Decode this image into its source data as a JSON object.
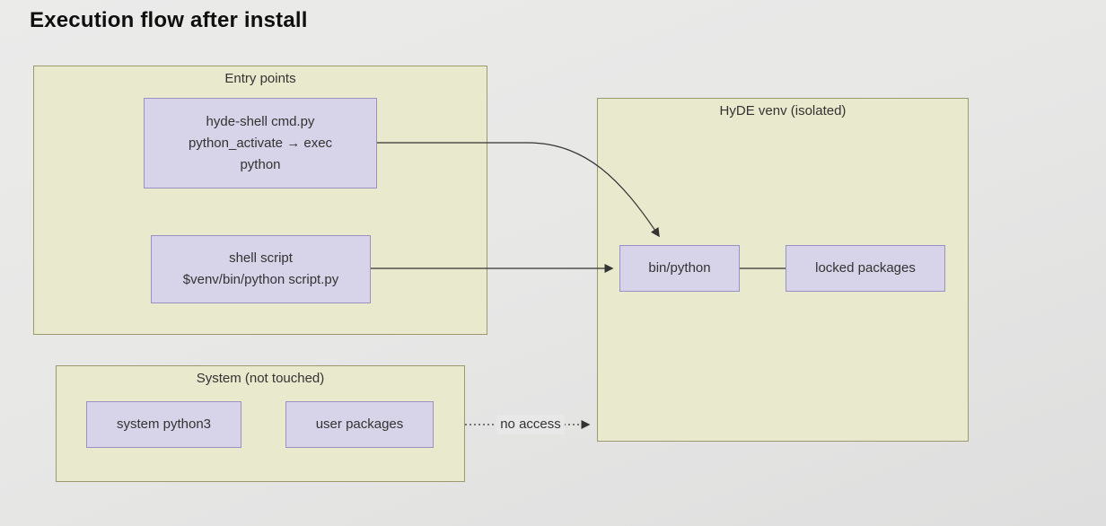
{
  "title": "Execution flow after install",
  "clusters": {
    "entry": {
      "label": "Entry points"
    },
    "venv": {
      "label": "HyDE venv (isolated)"
    },
    "system": {
      "label": "System (not touched)"
    }
  },
  "nodes": {
    "hyde_shell": {
      "line1": "hyde-shell cmd.py",
      "line2": "python_activate → exec",
      "line3": "python"
    },
    "shell_script": {
      "line1": "shell script",
      "line2": "$venv/bin/python script.py"
    },
    "bin_python": {
      "label": "bin/python"
    },
    "locked_packages": {
      "label": "locked packages"
    },
    "system_python3": {
      "label": "system python3"
    },
    "user_packages": {
      "label": "user packages"
    }
  },
  "edges": {
    "no_access_label": "no access"
  },
  "colors": {
    "background": "#e8e8e8",
    "cluster_fill": "#e9e9cd",
    "cluster_border": "#9a9a6e",
    "node_fill": "#d7d3e8",
    "node_border": "#9b92c3",
    "edge_stroke": "#333333",
    "title_text": "#0f0f0f"
  }
}
